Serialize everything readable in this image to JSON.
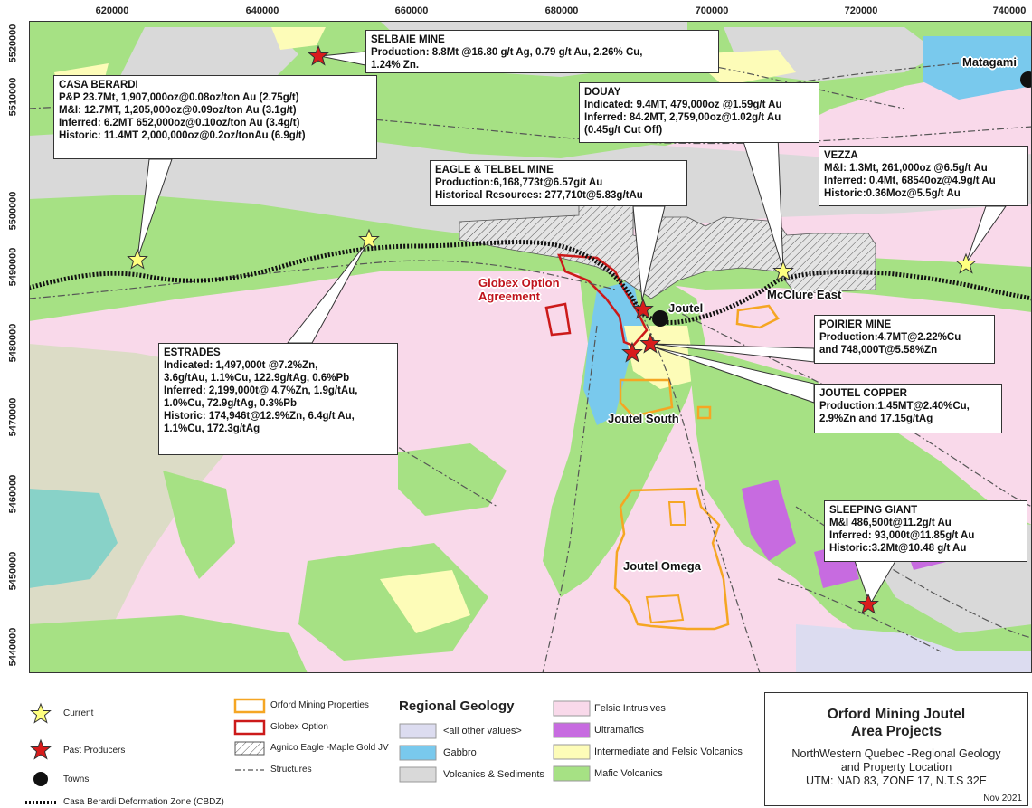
{
  "map": {
    "easting_labels": [
      "620000",
      "640000",
      "660000",
      "680000",
      "700000",
      "720000",
      "740000"
    ],
    "northing_labels": [
      "5520000",
      "5510000",
      "5500000",
      "5490000",
      "5480000",
      "5470000",
      "5460000",
      "5450000",
      "5440000"
    ],
    "place_labels": {
      "matagami": "Matagami",
      "joutel": "Joutel",
      "mcclure_east": "McClure East",
      "joutel_south": "Joutel South",
      "joutel_omega": "Joutel Omega",
      "globex_line1": "Globex Option",
      "globex_line2": "Agreement"
    },
    "colors": {
      "felsic_intrusives": "#f9d9ea",
      "mafic_volcanics": "#a6e184",
      "volcanics_sediments": "#d9d9d9",
      "gabbro": "#79c9ed",
      "intermediate_felsic": "#fdfcb8",
      "ultramafics": "#c76be0",
      "other_values": "#dcdcf0",
      "orford_outline": "#f5a623",
      "globex_outline": "#cc1a1a",
      "current_star": "#ffff7f",
      "past_star": "#d81c1c"
    }
  },
  "callouts": {
    "selbaie": {
      "title": "SELBAIE MINE",
      "lines": [
        "Production: 8.8Mt @16.80 g/t Ag, 0.79 g/t Au, 2.26% Cu,",
        "1.24% Zn."
      ]
    },
    "casa": {
      "title": "CASA BERARDI",
      "lines": [
        "P&P 23.7Mt, 1,907,000oz@0.08oz/ton Au (2.75g/t)",
        "M&I: 12.7MT, 1,205,000oz@0.09oz/ton Au (3.1g/t)",
        "Inferred: 6.2MT 652,000oz@0.10oz/ton Au (3.4g/t)",
        "Historic: 11.4MT 2,000,000oz@0.2oz/tonAu (6.9g/t)"
      ]
    },
    "douay": {
      "title": "DOUAY",
      "lines": [
        "Indicated: 9.4MT, 479,000oz @1.59g/t Au",
        "Inferred: 84.2MT, 2,759,00oz@1.02g/t Au",
        "(0.45g/t Cut Off)"
      ]
    },
    "eagle": {
      "title": "EAGLE & TELBEL MINE",
      "lines": [
        "Production:6,168,773t@6.57g/t Au",
        "Historical Resources: 277,710t@5.83g/tAu"
      ]
    },
    "vezza": {
      "title": "VEZZA",
      "lines": [
        "M&I: 1.3Mt, 261,000oz @6.5g/t Au",
        "Inferred: 0.4Mt, 68540oz@4.9g/t Au",
        "Historic:0.36Moz@5.5g/t Au"
      ]
    },
    "poirier": {
      "title": "POIRIER MINE",
      "lines": [
        "Production:4.7MT@2.22%Cu",
        "and 748,000T@5.58%Zn"
      ]
    },
    "estrades": {
      "title": "ESTRADES",
      "lines": [
        "Indicated: 1,497,000t @7.2%Zn,",
        "3.6g/tAu, 1.1%Cu, 122.9g/tAg, 0.6%Pb",
        "Inferred: 2,199,000t@ 4.7%Zn, 1.9g/tAu,",
        "1.0%Cu, 72.9g/tAg, 0.3%Pb",
        "Historic: 174,946t@12.9%Zn, 6.4g/t Au,",
        "1.1%Cu, 172.3g/tAg"
      ]
    },
    "joutel_copper": {
      "title": "JOUTEL COPPER",
      "lines": [
        "Production:1.45MT@2.40%Cu,",
        "2.9%Zn and 17.15g/tAg"
      ]
    },
    "sleeping": {
      "title": "SLEEPING GIANT",
      "lines": [
        "M&I 486,500t@11.2g/t Au",
        "Inferred: 93,000t@11.85g/t Au",
        "Historic:3.2Mt@10.48 g/t Au"
      ]
    }
  },
  "legend": {
    "current": "Current",
    "past_producers": "Past Producers",
    "towns": "Towns",
    "cbdz": "Casa Berardi Deformation Zone (CBDZ)",
    "orford": "Orford Mining Properties",
    "globex": "Globex Option",
    "agnico": "Agnico Eagle -Maple Gold JV",
    "structures": "Structures",
    "geology_heading": "Regional Geology",
    "other_values": "<all other values>",
    "gabbro": "Gabbro",
    "volcanics_sediments": "Volcanics & Sediments",
    "felsic_intrusives": "Felsic Intrusives",
    "ultramafics": "Ultramafics",
    "intermediate_felsic": "Intermediate and Felsic Volcanics",
    "mafic_volcanics": "Mafic Volcanics"
  },
  "title_block": {
    "title_line1": "Orford Mining Joutel",
    "title_line2": "Area Projects",
    "subtitle_line1": "NorthWestern Quebec -Regional Geology",
    "subtitle_line2": "and Property Location",
    "subtitle_line3": "UTM: NAD 83, ZONE 17, N.T.S 32E",
    "date": "Nov 2021"
  }
}
